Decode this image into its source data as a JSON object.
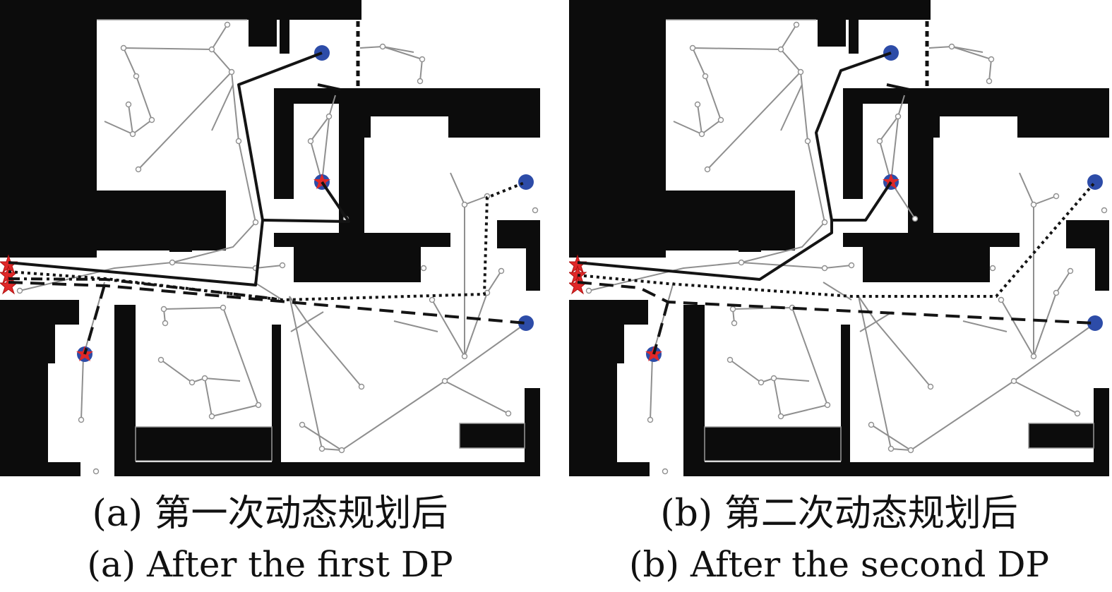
{
  "panels": [
    {
      "id": "a",
      "caption_zh": "(a) 第一次动态规划后",
      "caption_en": "(a) After the first DP"
    },
    {
      "id": "b",
      "caption_zh": "(b) 第二次动态规划后",
      "caption_en": "(b) After the second DP"
    }
  ],
  "colors": {
    "obstacle": "#0c0c0c",
    "tree_edge": "#8f8f8f",
    "goal_marker": "#2d4ca8",
    "start_marker": "#e02828",
    "path": "#141414"
  }
}
